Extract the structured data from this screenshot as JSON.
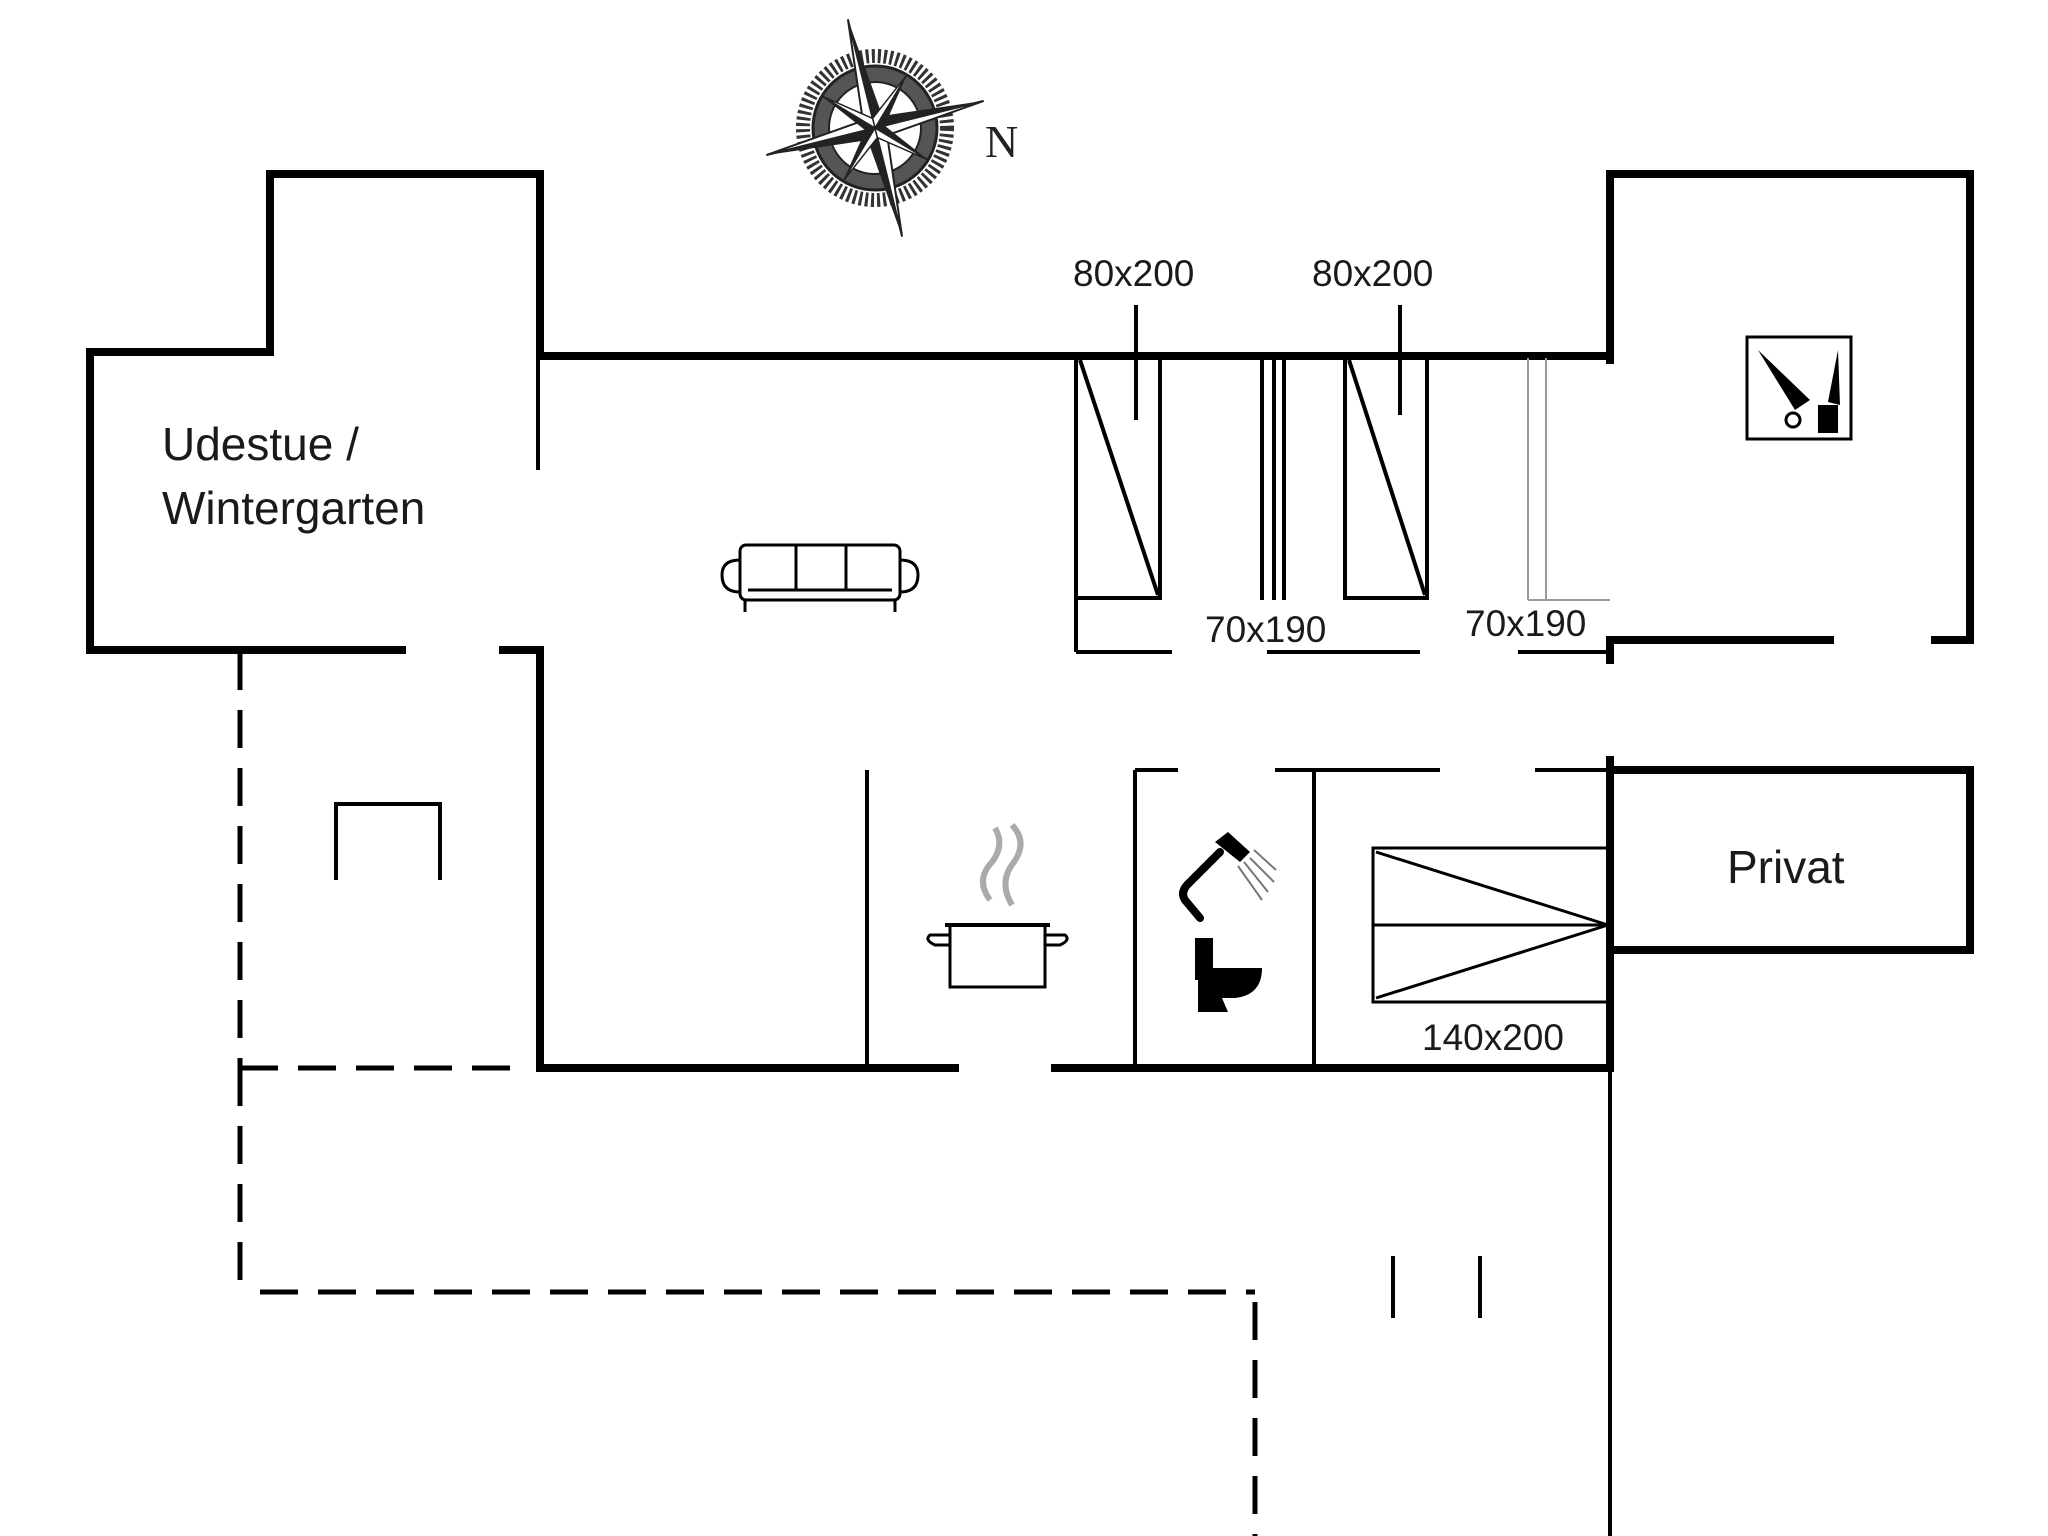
{
  "compass": {
    "north_label": "N"
  },
  "rooms": {
    "sunroom_line1": "Udestue /",
    "sunroom_line2": "Wintergarten",
    "private": "Privat"
  },
  "beds": {
    "bed1": "80x200",
    "bed2": "80x200",
    "bed3": "70x190",
    "bed4": "70x190",
    "bed5": "140x200"
  },
  "icons": [
    "compass-icon",
    "sofa-icon",
    "cooking-pot-icon",
    "shower-icon",
    "toilet-icon",
    "utility-tools-icon"
  ],
  "colors": {
    "wall": "#000000",
    "background": "#ffffff",
    "steam": "#9a9a9a"
  }
}
